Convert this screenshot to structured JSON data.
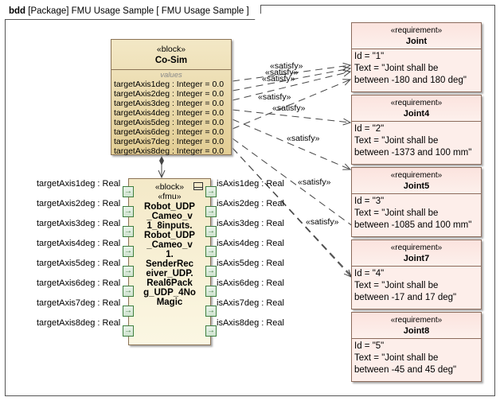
{
  "frame": {
    "kind": "bdd",
    "title": "[Package] FMU Usage Sample [ FMU Usage Sample ]"
  },
  "cosim": {
    "stereotype": "«block»",
    "name": "Co-Sim",
    "compartment": "values",
    "values": [
      "targetAxis1deg : Integer = 0.0",
      "targetAxis2deg : Integer = 0.0",
      "targetAxis3deg : Integer = 0.0",
      "targetAxis4deg : Integer = 0.0",
      "targetAxis5deg : Integer = 0.0",
      "targetAxis6deg : Integer = 0.0",
      "targetAxis7deg : Integer = 0.0",
      "targetAxis8deg : Integer = 0.0"
    ]
  },
  "fmu": {
    "stereotypes": [
      "«block»",
      "«fmu»"
    ],
    "name_lines": [
      "Robot_UDP",
      "_Cameo_v",
      "1_8inputs.",
      "Robot_UDP",
      "_Cameo_v",
      "1.",
      "SenderRec",
      "eiver_UDP.",
      "Real6Pack",
      "g_UDP_4No",
      "Magic"
    ],
    "in_ports": [
      "targetAxis1deg : Real",
      "targetAxis2deg : Real",
      "targetAxis3deg : Real",
      "targetAxis4deg : Real",
      "targetAxis5deg : Real",
      "targetAxis6deg : Real",
      "targetAxis7deg : Real",
      "targetAxis8deg : Real"
    ],
    "out_ports": [
      "isAxis1deg : Real",
      "isAxis2deg : Real",
      "isAxis3deg : Real",
      "isAxis4deg : Real",
      "isAxis5deg : Real",
      "isAxis6deg : Real",
      "isAxis7deg : Real",
      "isAxis8deg : Real"
    ]
  },
  "requirements": [
    {
      "stereotype": "«requirement»",
      "name": "Joint",
      "id": "Id = \"1\"",
      "text1": "Text = \"Joint shall be",
      "text2": "between -180 and 180 deg\""
    },
    {
      "stereotype": "«requirement»",
      "name": "Joint4",
      "id": "Id = \"2\"",
      "text1": "Text = \"Joint shall be",
      "text2": "between -1373 and 100 mm\""
    },
    {
      "stereotype": "«requirement»",
      "name": "Joint5",
      "id": "Id = \"3\"",
      "text1": "Text = \"Joint shall be",
      "text2": "between -1085 and 100 mm\""
    },
    {
      "stereotype": "«requirement»",
      "name": "Joint7",
      "id": "Id = \"4\"",
      "text1": "Text = \"Joint shall be",
      "text2": "between -17 and 17 deg\""
    },
    {
      "stereotype": "«requirement»",
      "name": "Joint8",
      "id": "Id = \"5\"",
      "text1": "Text = \"Joint shall be",
      "text2": "between -45 and 45 deg\""
    }
  ],
  "satisfy_label": "«satisfy»",
  "colors": {
    "block_fill": "#e8d7a6",
    "requirement_fill": "#fdeeea",
    "port_stroke": "#3f7f3f"
  }
}
